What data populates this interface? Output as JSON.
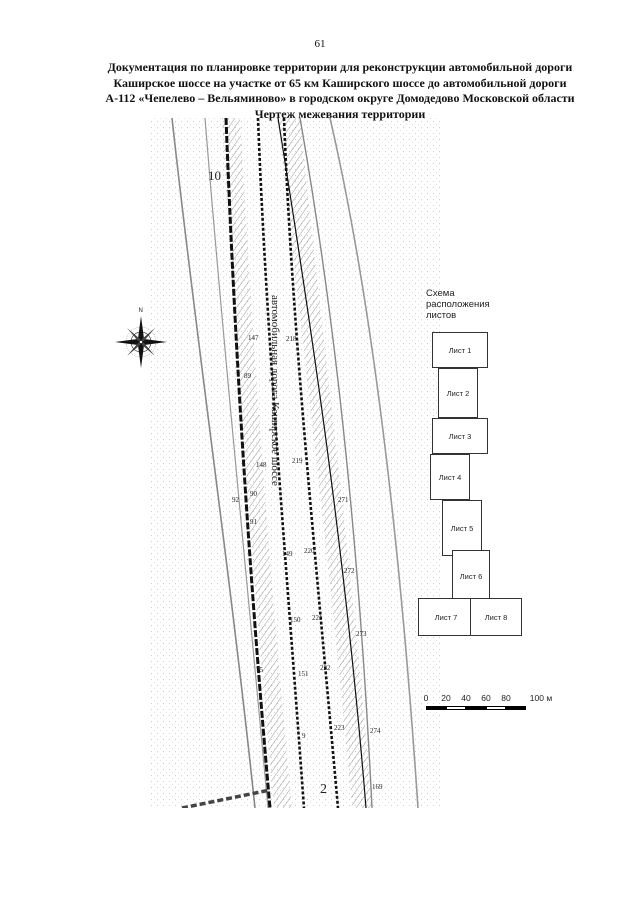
{
  "page_number": "61",
  "title_lines": [
    "Документация по планировке территории для реконструкции автомобильной дороги",
    "Каширское шоссе на участке от 65 км Каширского шоссе до автомобильной дороги",
    "А-112 «Чепелево – Вельяминово» в городском округе Домодедово Московской области",
    "Чертеж межевания территории"
  ],
  "road_label": "автомобильная дорога Каширское шоссе",
  "map_labels": {
    "n10": "10",
    "n2": "2",
    "n147": "147",
    "n218": "218",
    "n89": "89",
    "n148": "148",
    "n219": "219",
    "n92": "92",
    "n90": "90",
    "n91": "91",
    "n271": "271",
    "n149": "149",
    "n220": "220",
    "n272": "272",
    "n150": "150",
    "n221": "221",
    "n273": "273",
    "n75": "75",
    "n151": "151",
    "n222": "222",
    "n223": "223",
    "n274": "274",
    "n9": "9",
    "n169": "169"
  },
  "north_label": "N",
  "scheme": {
    "title_lines": [
      "Схема",
      "расположения",
      "листов"
    ],
    "sheets": [
      "Лист 1",
      "Лист 2",
      "Лист 3",
      "Лист 4",
      "Лист 5",
      "Лист 6",
      "Лист 7",
      "Лист 8"
    ]
  },
  "scale": {
    "labels": [
      "0",
      "20",
      "40",
      "60",
      "80",
      "100 м"
    ]
  }
}
